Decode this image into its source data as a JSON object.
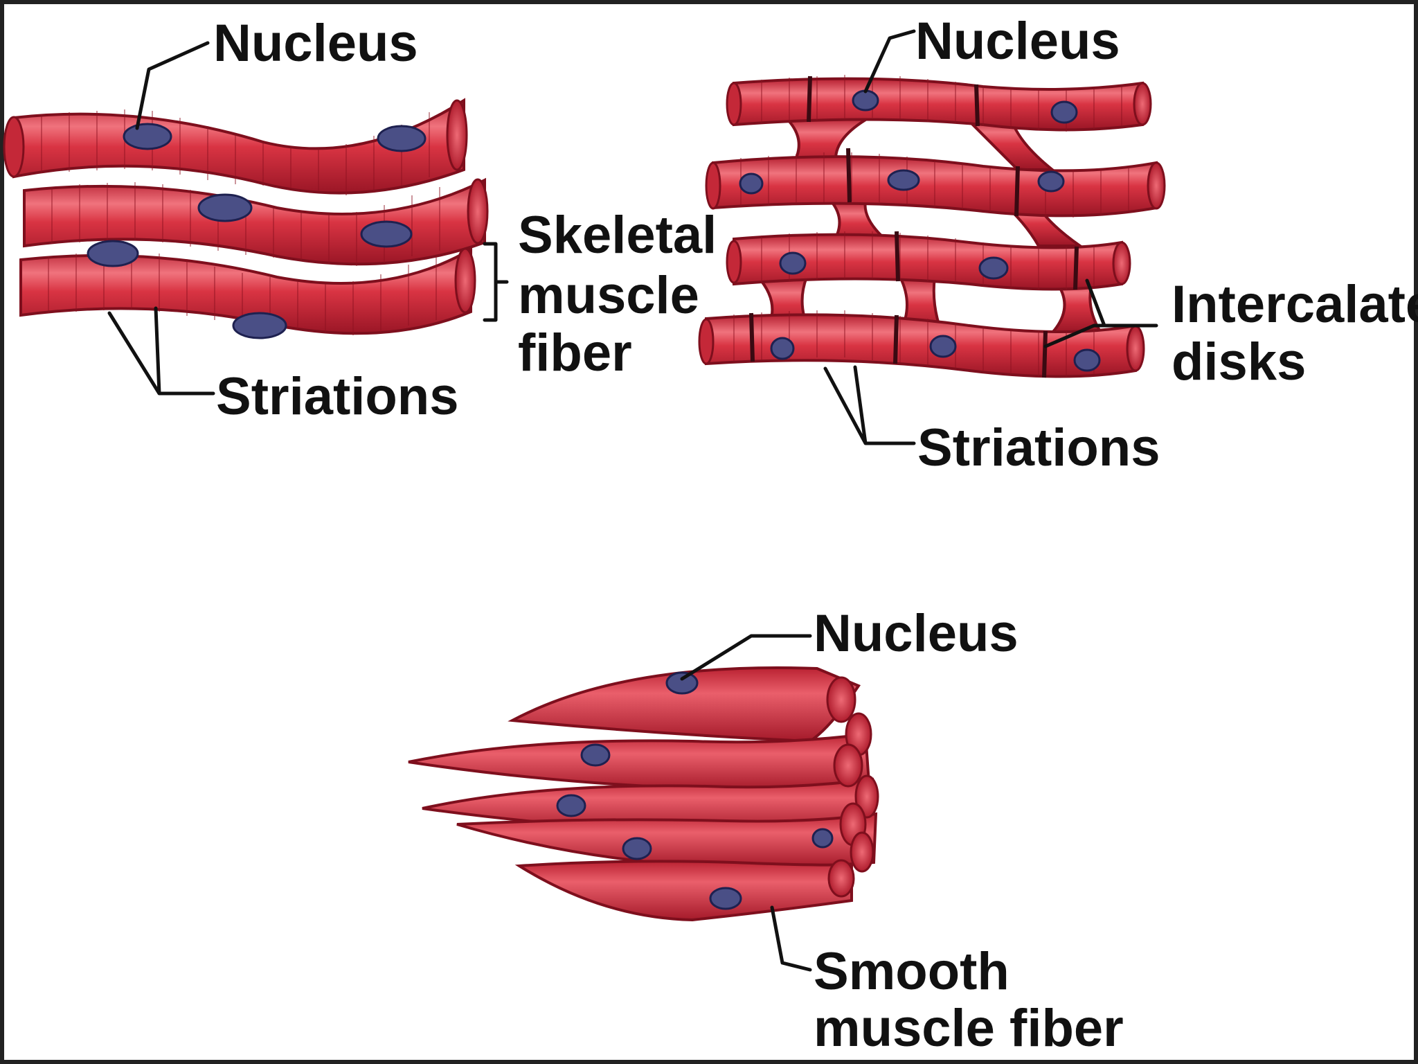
{
  "colors": {
    "fiber": "#d93443",
    "fiber_dark": "#a81b2b",
    "fiber_highlight": "#f07781",
    "nucleus": "#4a4f86",
    "label_text": "#111111",
    "background": "#ffffff"
  },
  "skeletal": {
    "nucleus_label": "Nucleus",
    "fiber_label_line1": "Skeletal",
    "fiber_label_line2": "muscle",
    "fiber_label_line3": "fiber",
    "striations_label": "Striations"
  },
  "cardiac": {
    "nucleus_label": "Nucleus",
    "disks_label_line1": "Intercalated",
    "disks_label_line2": "disks",
    "striations_label": "Striations"
  },
  "smooth": {
    "nucleus_label": "Nucleus",
    "fiber_label_line1": "Smooth",
    "fiber_label_line2": "muscle fiber"
  }
}
